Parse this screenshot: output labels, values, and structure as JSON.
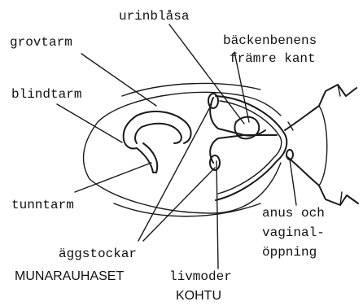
{
  "labels": {
    "urinblasa": "urinblåsa",
    "grovtarm": "grovtarm",
    "backenbenens_line1": "bäckenbenens",
    "backenbenens_line2": "främre kant",
    "blindtarm": "blindtarm",
    "tunntarm": "tunntarm",
    "anus_line1": "anus och",
    "anus_line2": "vaginal-",
    "anus_line3": "öppning",
    "aggstockar": "äggstockar",
    "munarauhaset": "MUNARAUHASET",
    "livmoder": "livmoder",
    "kohtu": "KOHTU"
  }
}
